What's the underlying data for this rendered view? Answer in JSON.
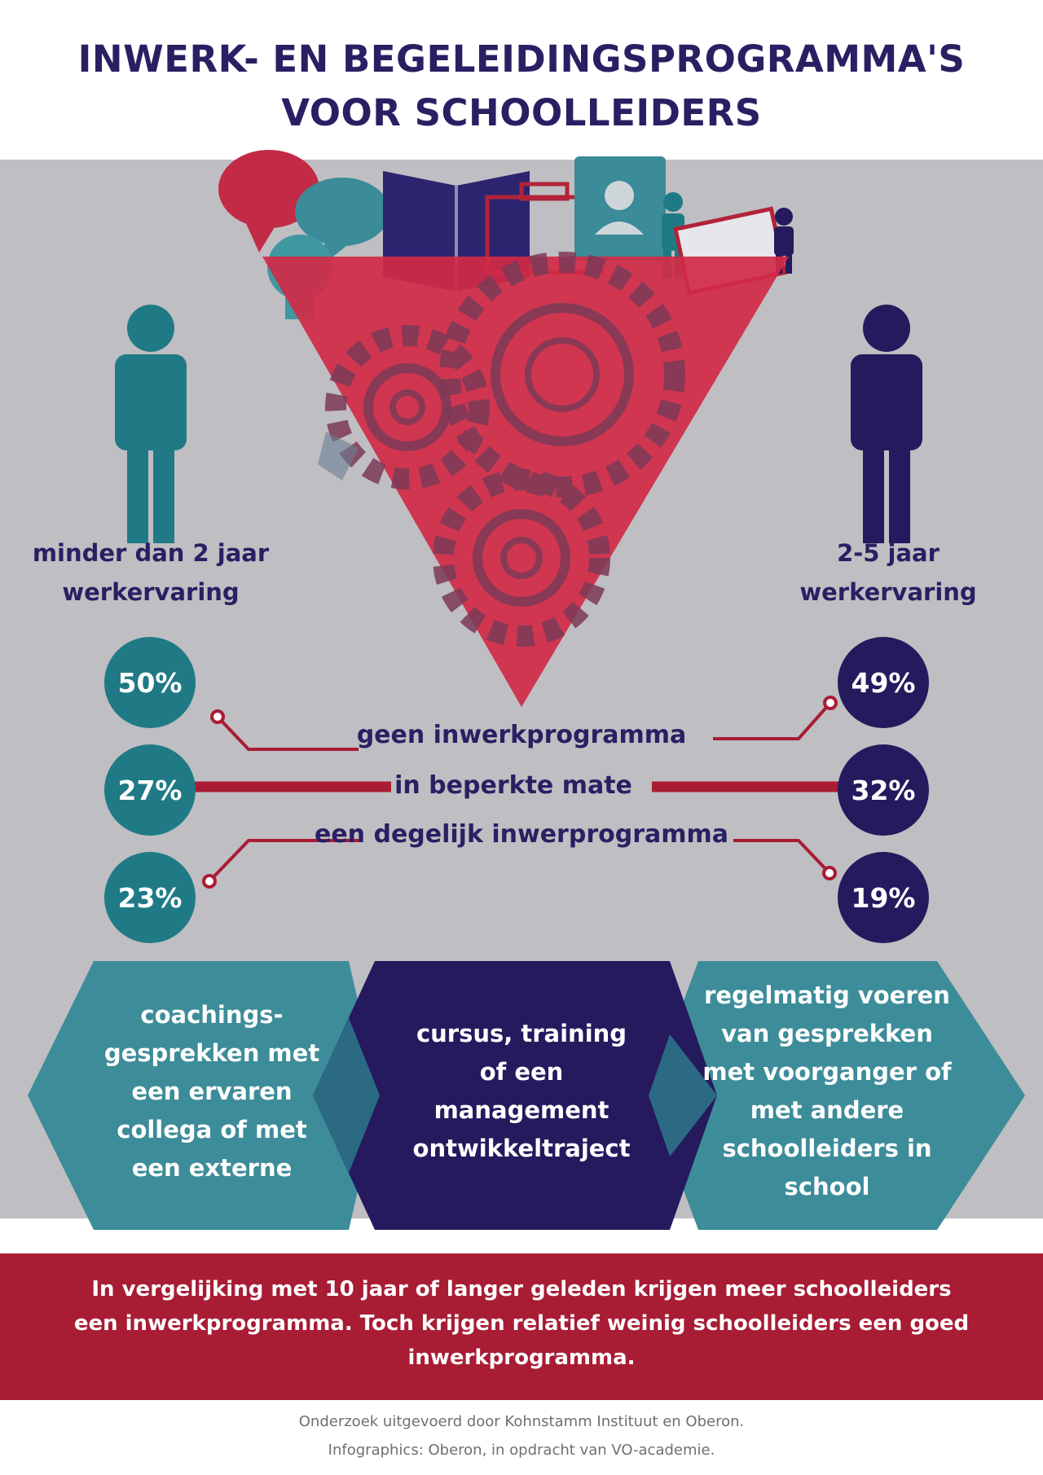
{
  "title": "INWERK- EN BEGELEIDINGSPROGRAMMA'S VOOR SCHOOLLEIDERS",
  "groups": {
    "left": {
      "label": "minder dan 2 jaar\nwerkervaring"
    },
    "right": {
      "label": "2-5 jaar\nwerkervaring"
    }
  },
  "rows": [
    {
      "category": "geen inwerkprogramma",
      "left_value": "50%",
      "right_value": "49%"
    },
    {
      "category": "in beperkte mate",
      "left_value": "27%",
      "right_value": "32%"
    },
    {
      "category": "een degelijk inwerprogramma",
      "left_value": "23%",
      "right_value": "19%"
    }
  ],
  "programs": [
    "coachings-\ngesprekken met\neen ervaren\ncollega of met\neen externe",
    "cursus, training\nof een\nmanagement\nontwikkeltraject",
    "regelmatig voeren\nvan gesprekken\nmet voorganger of\nmet andere\nschoolleiders in\nschool"
  ],
  "conclusion": "In vergelijking met 10 jaar of langer geleden krijgen meer schoolleiders een inwerkprogramma. Toch krijgen relatief weinig schoolleiders een goed inwerkprogramma.",
  "credits": [
    "Onderzoek uitgevoerd door Kohnstamm Instituut en Oberon.",
    "Infographics: Oberon, in opdracht van VO-academie."
  ],
  "colors": {
    "teal": "#1f7a86",
    "navy": "#251a5e",
    "red": "#a81c34",
    "gray": "#bfbec2"
  }
}
